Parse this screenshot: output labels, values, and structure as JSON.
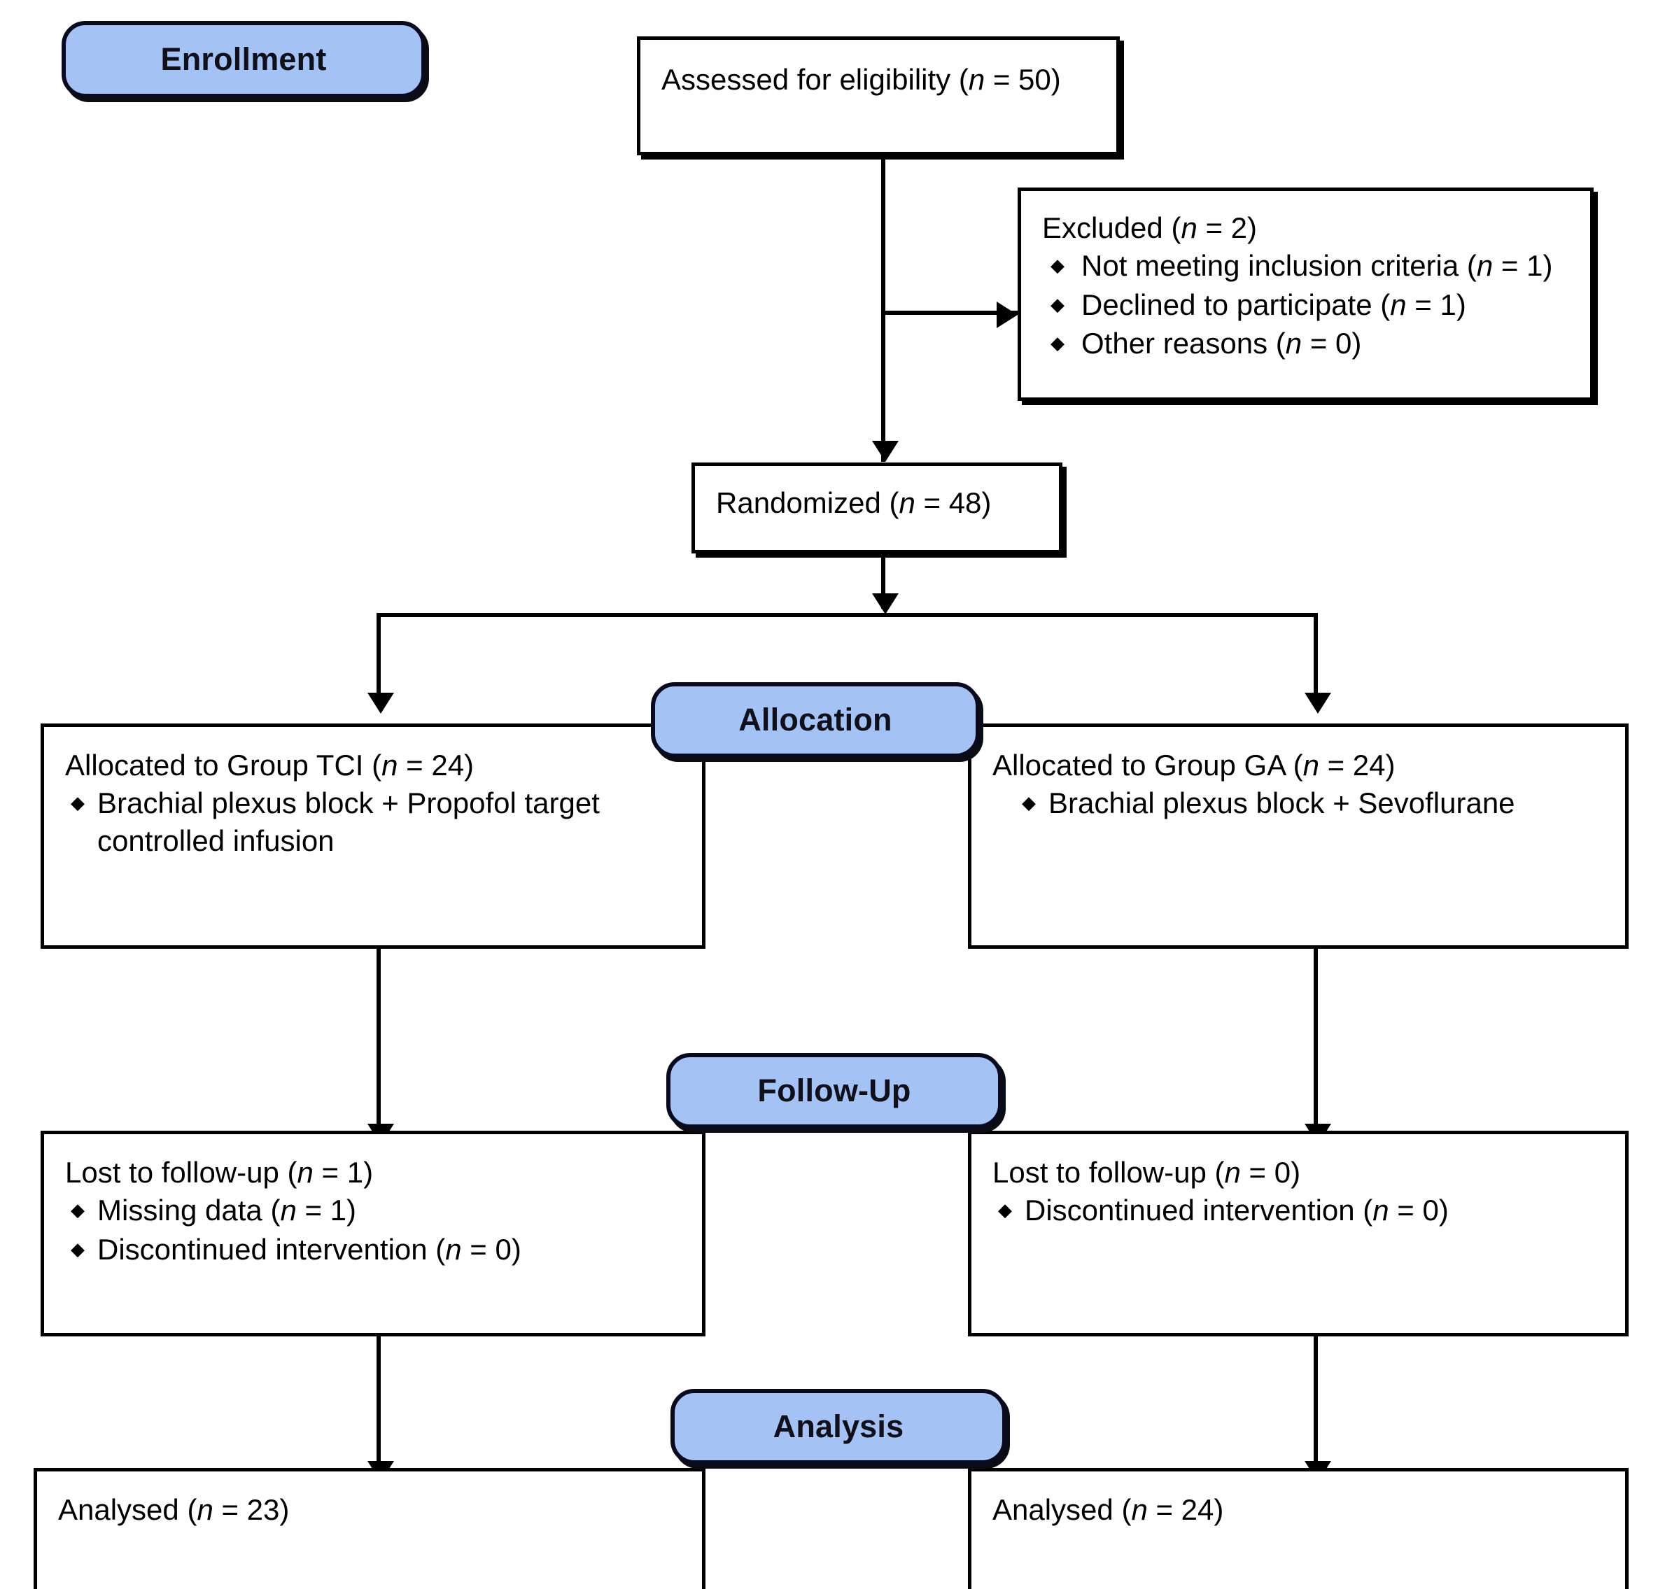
{
  "diagram": {
    "title": "CONSORT participant flow diagram",
    "accent_color": "#a4c2f4",
    "line_color": "#000000",
    "bullet_glyph": "diamond-bullet"
  },
  "stages": {
    "enrollment": "Enrollment",
    "allocation": "Allocation",
    "follow_up": "Follow-Up",
    "analysis": "Analysis"
  },
  "enrollment": {
    "assessed": {
      "text": "Assessed for eligibility (",
      "n_italic": "n",
      "n_value": " = 50)"
    },
    "excluded": {
      "heading_text": "Excluded (",
      "heading_n": "n",
      "heading_value": " = 2)",
      "reasons": [
        {
          "label": "Not meeting inclusion criteria (",
          "n": "n",
          "value": " = 1)"
        },
        {
          "label": "Declined to participate (",
          "n": "n",
          "value": " = 1)"
        },
        {
          "label": "Other reasons (",
          "n": "n",
          "value": " = 0)"
        }
      ]
    },
    "randomized": {
      "text": "Randomized (",
      "n_italic": "n",
      "n_value": " = 48)"
    }
  },
  "allocation": {
    "left": {
      "heading_text": "Allocated to Group TCI (",
      "heading_n": "n",
      "heading_value": " = 24)",
      "items": [
        "Brachial plexus block + Propofol target controlled infusion"
      ]
    },
    "right": {
      "heading_text": "Allocated to Group GA (",
      "heading_n": "n",
      "heading_value": " = 24)",
      "items": [
        "Brachial plexus block + Sevoflurane"
      ]
    }
  },
  "follow_up": {
    "left": {
      "heading_text": "Lost to follow-up (",
      "heading_n": "n",
      "heading_value": " = 1)",
      "items": [
        {
          "label": "Missing data (",
          "n": "n",
          "value": " = 1)"
        },
        {
          "label": "Discontinued intervention (",
          "n": "n",
          "value": " = 0)"
        }
      ]
    },
    "right": {
      "heading_text": "Lost to follow-up (",
      "heading_n": "n",
      "heading_value": " = 0)",
      "items": [
        {
          "label": "Discontinued intervention (",
          "n": "n",
          "value": " = 0)"
        }
      ]
    }
  },
  "analysis": {
    "left": {
      "heading_text": "Analysed (",
      "heading_n": "n",
      "heading_value": " = 23)"
    },
    "right": {
      "heading_text": "Analysed (",
      "heading_n": "n",
      "heading_value": " = 24)"
    }
  }
}
